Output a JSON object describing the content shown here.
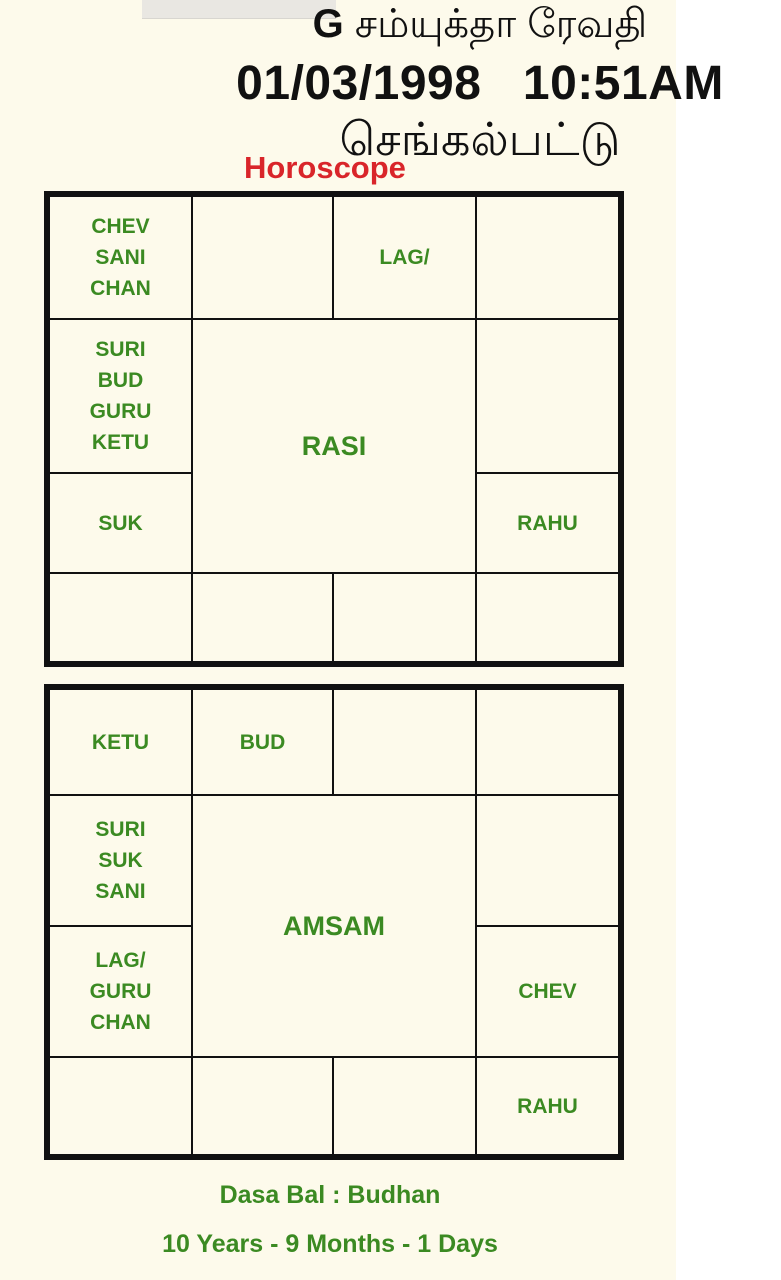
{
  "header": {
    "initial": "G",
    "name": "சம்யுக்தா ரேவதி",
    "datetime": "01/03/1998   10:51AM",
    "place": "செங்கல்பட்டு"
  },
  "horoscope_title": "Horoscope",
  "rasi": {
    "title": "RASI",
    "top_row": {
      "c1": "CHEV\nSANI\nCHAN",
      "c2": "",
      "c3": "LAG/",
      "c4": ""
    },
    "left": {
      "upper": "SURI\nBUD\nGURU\nKETU",
      "lower": "SUK"
    },
    "right": {
      "upper": "",
      "lower": "RAHU"
    },
    "bottom_row": {
      "c1": "",
      "c2": "",
      "c3": "",
      "c4": ""
    }
  },
  "amsam": {
    "title": "AMSAM",
    "top_row": {
      "c1": "KETU",
      "c2": "BUD",
      "c3": "",
      "c4": ""
    },
    "left": {
      "upper": "SURI\nSUK\nSANI",
      "lower": "LAG/\nGURU\nCHAN"
    },
    "right": {
      "upper": "",
      "lower": "CHEV"
    },
    "bottom_row": {
      "c1": "",
      "c2": "",
      "c3": "",
      "c4": "RAHU"
    }
  },
  "dasa": {
    "line1": "Dasa Bal : Budhan",
    "line2": "10 Years - 9 Months - 1 Days"
  }
}
